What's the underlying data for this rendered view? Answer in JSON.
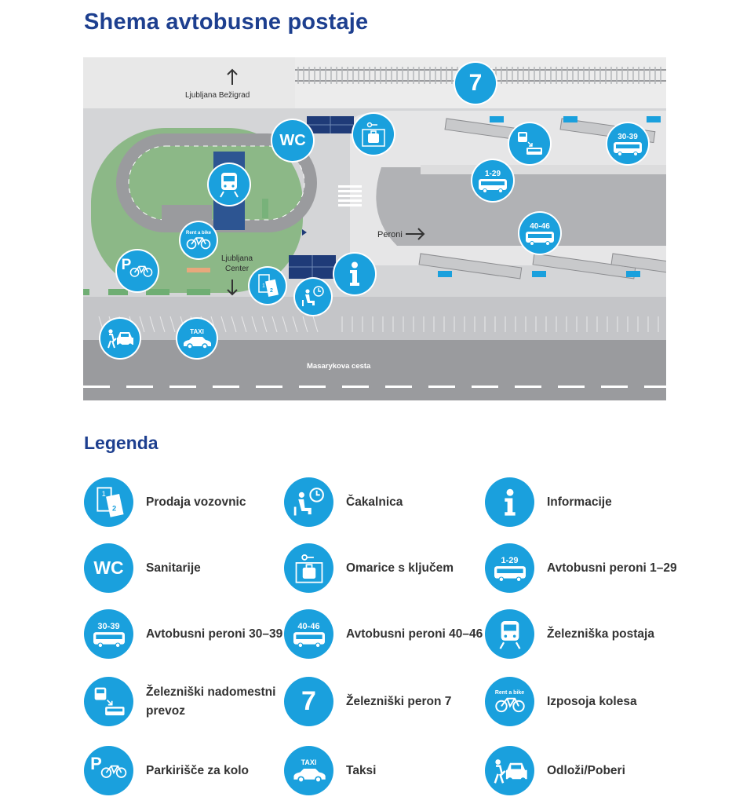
{
  "page": {
    "title": "Shema avtobusne postaje",
    "legend_title": "Legenda"
  },
  "colors": {
    "brand_blue": "#1d3f8f",
    "icon_blue": "#1aa0dd",
    "map_bg": "#d4d5d7",
    "road": "#9a9b9e",
    "grass": "#8cb887"
  },
  "map": {
    "labels": {
      "north": "Ljubljana Bežigrad",
      "center": "Ljubljana\nCenter",
      "peroni": "Peroni",
      "street": "Masarykova cesta"
    },
    "markers": {
      "rail_platform": "7",
      "wc": "WC",
      "info": "i",
      "platforms_1_29": "1-29",
      "platforms_30_39": "30-39",
      "platforms_40_46": "40-46",
      "rent_a_bike": "Rent a bike",
      "taxi": "TAXI",
      "parking": "P",
      "ticket_1": "1",
      "ticket_2": "2"
    }
  },
  "legend": {
    "items": [
      {
        "label": "Prodaja vozovnic",
        "icon": "tickets-icon"
      },
      {
        "label": "Čakalnica",
        "icon": "waiting-room-icon"
      },
      {
        "label": "Informacije",
        "icon": "info-icon"
      },
      {
        "label": "Sanitarije",
        "icon": "wc-icon",
        "badge": "WC"
      },
      {
        "label": "Omarice s ključem",
        "icon": "lockers-icon"
      },
      {
        "label": "Avtobusni peroni 1–29",
        "icon": "bus-platforms-1-29-icon",
        "badge": "1-29"
      },
      {
        "label": "Avtobusni peroni 30–39",
        "icon": "bus-platforms-30-39-icon",
        "badge": "30-39"
      },
      {
        "label": "Avtobusni peroni 40–46",
        "icon": "bus-platforms-40-46-icon",
        "badge": "40-46"
      },
      {
        "label": "Železniška postaja",
        "icon": "train-station-icon"
      },
      {
        "label": "Železniški nadomestni prevoz",
        "icon": "rail-replacement-bus-icon"
      },
      {
        "label": "Železniški peron 7",
        "icon": "rail-platform-7-icon",
        "badge": "7"
      },
      {
        "label": "Izposoja kolesa",
        "icon": "bike-rental-icon",
        "badge": "Rent a bike"
      },
      {
        "label": "Parkirišče za kolo",
        "icon": "bike-parking-icon",
        "badge": "P"
      },
      {
        "label": "Taksi",
        "icon": "taxi-icon",
        "badge": "TAXI"
      },
      {
        "label": "Odloži/Poberi",
        "icon": "drop-off-pick-up-icon"
      }
    ]
  }
}
